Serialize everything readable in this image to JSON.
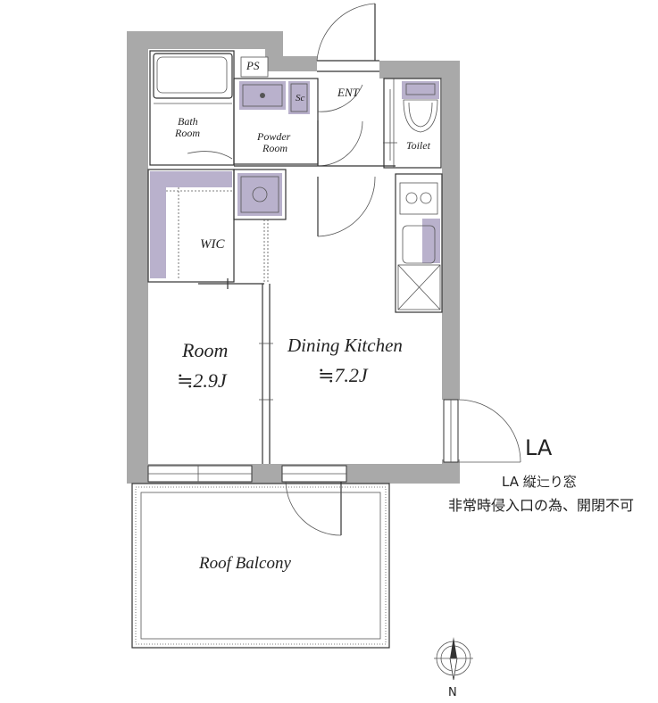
{
  "rooms": {
    "ps": "PS",
    "sc": "Sc",
    "ent": "ENT",
    "bath": [
      "Bath",
      "Room"
    ],
    "powder": [
      "Powder",
      "Room"
    ],
    "toilet": "Toilet",
    "wic": "WIC",
    "room": {
      "name": "Room",
      "size": "≒2.9J"
    },
    "dining": {
      "name": "Dining Kitchen",
      "size": "≒7.2J"
    },
    "balcony": "Roof Balcony"
  },
  "window_marker": "LA",
  "notes": {
    "line1": "LA 縦辷り窓",
    "line2": "非常時侵入口の為、開閉不可"
  },
  "compass": {
    "label": "N"
  },
  "colors": {
    "wall": "#a9a9a9",
    "accent": "#b9b1cc",
    "line": "#333333"
  }
}
